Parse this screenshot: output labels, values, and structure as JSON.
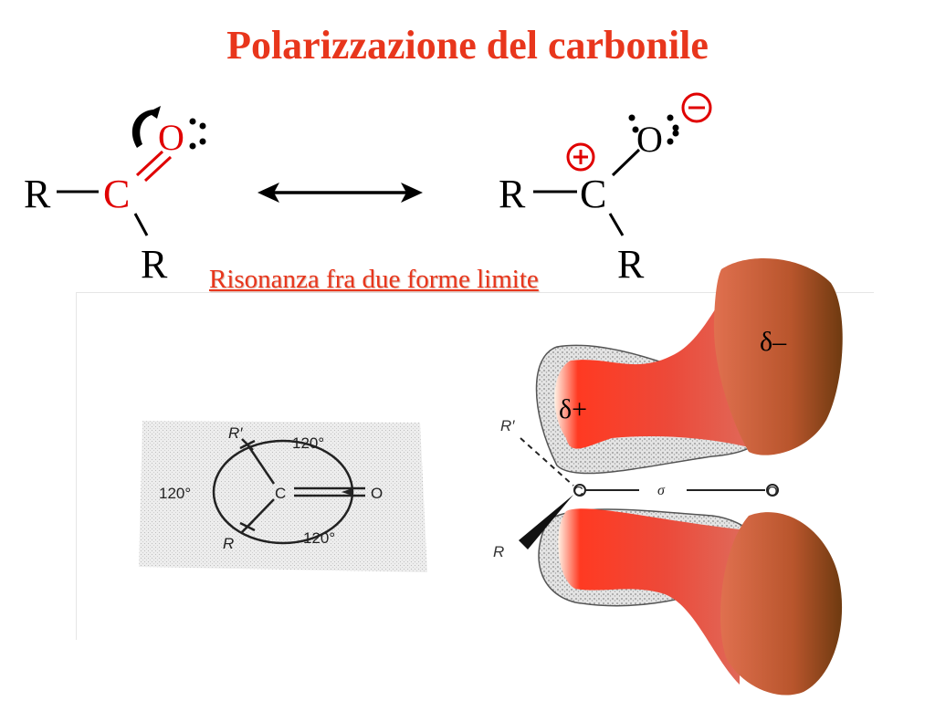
{
  "slide": {
    "title": "Polarizzazione del carbonile",
    "subtitle": "Risonanza fra due forme limite"
  },
  "left_structure": {
    "substituent_top": "R",
    "carbon": "C",
    "oxygen": "O",
    "substituent_bottom": "R"
  },
  "right_structure": {
    "substituent_top": "R",
    "carbon": "C",
    "oxygen": "O",
    "substituent_bottom": "R",
    "positive_charge": "+",
    "negative_charge": "−"
  },
  "geometry_figure": {
    "angle_top": "120°",
    "angle_left": "120°",
    "angle_bottom": "120°",
    "label_r_prime": "R′",
    "label_r": "R",
    "label_c": "C",
    "label_o": "O"
  },
  "orbital_figure": {
    "delta_minus": "δ–",
    "delta_plus": "δ+",
    "label_r_prime": "R′",
    "label_r": "R",
    "label_c": "C",
    "label_o": "O",
    "label_sigma": "σ"
  },
  "colors": {
    "title": "#e8361c",
    "carbonyl_red": "#e00000",
    "orbital_red": "#ff3a22",
    "orbital_brown": "#b8552c"
  }
}
